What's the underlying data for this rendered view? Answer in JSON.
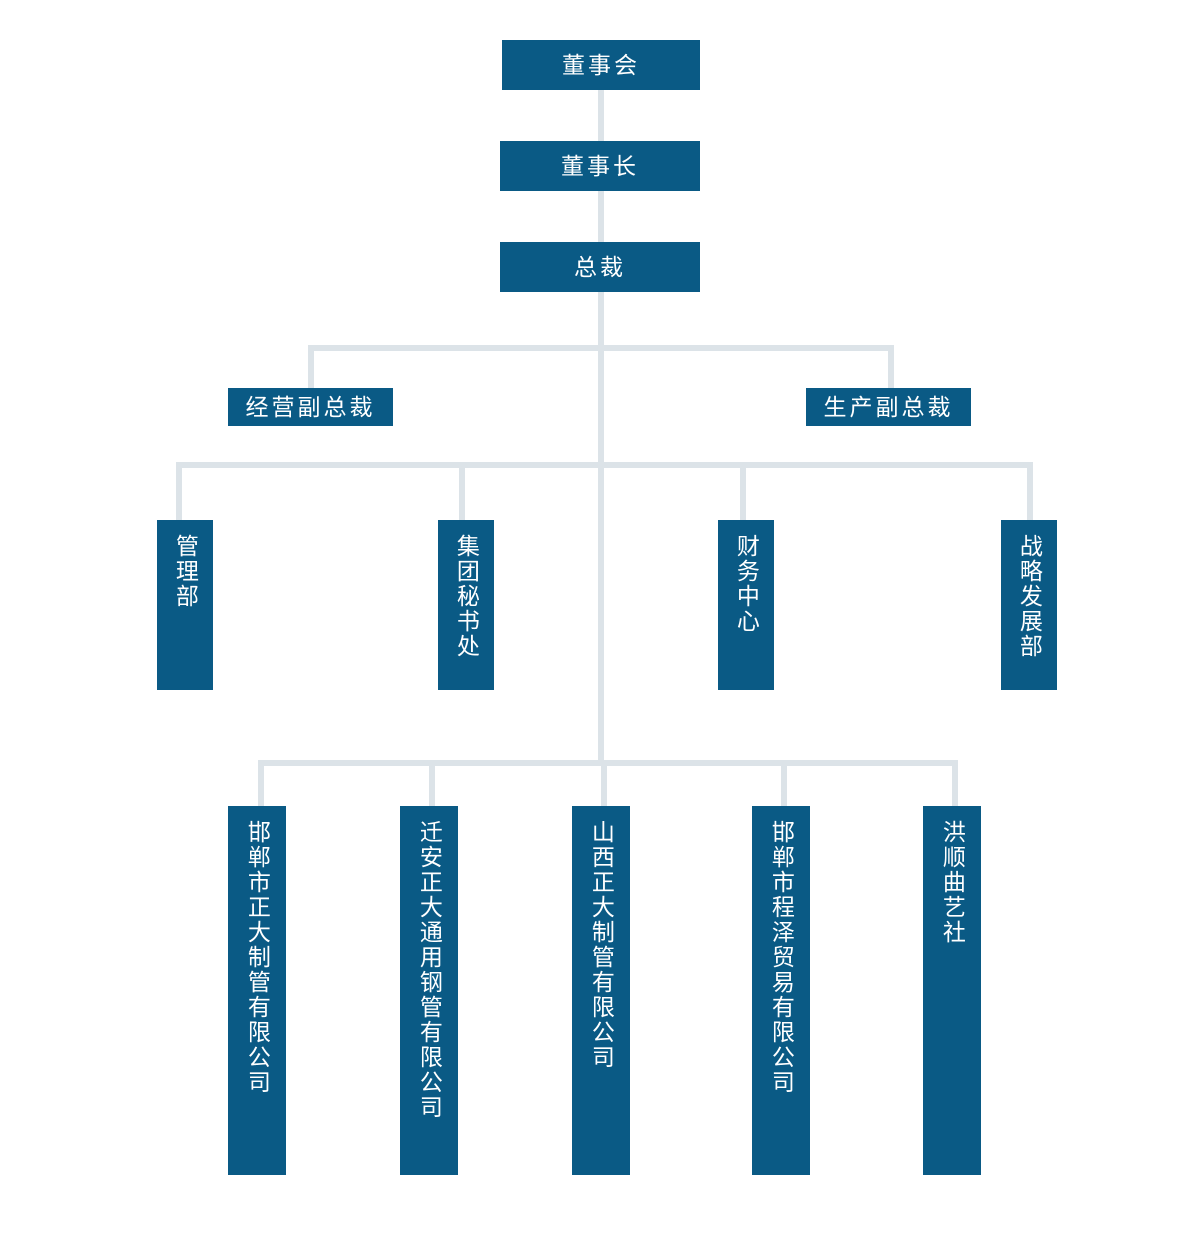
{
  "chart_title": "",
  "theme": {
    "node_fill": "#0A5A85",
    "node_text": "#FFFFFF",
    "connector": "#DCE3E8",
    "background": "#FFFFFF"
  },
  "chart_data": {
    "type": "diagram",
    "diagram_kind": "organization-chart",
    "orientation": "top-down",
    "levels": [
      {
        "level": 1,
        "nodes": [
          "board"
        ]
      },
      {
        "level": 2,
        "nodes": [
          "chairman"
        ]
      },
      {
        "level": 3,
        "nodes": [
          "president"
        ]
      },
      {
        "level": 4,
        "nodes": [
          "vp_operations",
          "vp_production"
        ]
      },
      {
        "level": 5,
        "nodes": [
          "dept_management",
          "dept_secretariat",
          "dept_finance",
          "dept_strategy"
        ]
      },
      {
        "level": 6,
        "nodes": [
          "sub_handan_zhengda",
          "sub_qianan_zhengda",
          "sub_shanxi_zhengda",
          "sub_handan_chengze",
          "sub_hongshun"
        ]
      }
    ],
    "edges": [
      {
        "from": "board",
        "to": "chairman"
      },
      {
        "from": "chairman",
        "to": "president"
      },
      {
        "from": "president",
        "to": "vp_operations"
      },
      {
        "from": "president",
        "to": "vp_production"
      },
      {
        "from": "president",
        "to": "dept_management"
      },
      {
        "from": "president",
        "to": "dept_secretariat"
      },
      {
        "from": "president",
        "to": "dept_finance"
      },
      {
        "from": "president",
        "to": "dept_strategy"
      },
      {
        "from": "president",
        "to": "sub_handan_zhengda"
      },
      {
        "from": "president",
        "to": "sub_qianan_zhengda"
      },
      {
        "from": "president",
        "to": "sub_shanxi_zhengda"
      },
      {
        "from": "president",
        "to": "sub_handan_chengze"
      },
      {
        "from": "president",
        "to": "sub_hongshun"
      }
    ]
  },
  "nodes": {
    "board": {
      "label": "董事会",
      "orientation": "horizontal"
    },
    "chairman": {
      "label": "董事长",
      "orientation": "horizontal"
    },
    "president": {
      "label": "总裁",
      "orientation": "horizontal"
    },
    "vp_operations": {
      "label": "经营副总裁",
      "orientation": "horizontal"
    },
    "vp_production": {
      "label": "生产副总裁",
      "orientation": "horizontal"
    },
    "dept_management": {
      "label": "管理部",
      "orientation": "vertical"
    },
    "dept_secretariat": {
      "label": "集团秘书处",
      "orientation": "vertical"
    },
    "dept_finance": {
      "label": "财务中心",
      "orientation": "vertical"
    },
    "dept_strategy": {
      "label": "战略发展部",
      "orientation": "vertical"
    },
    "sub_handan_zhengda": {
      "label": "邯郸市正大制管有限公司",
      "orientation": "vertical"
    },
    "sub_qianan_zhengda": {
      "label": "迁安正大通用钢管有限公司",
      "orientation": "vertical"
    },
    "sub_shanxi_zhengda": {
      "label": "山西正大制管有限公司",
      "orientation": "vertical"
    },
    "sub_handan_chengze": {
      "label": "邯郸市程泽贸易有限公司",
      "orientation": "vertical"
    },
    "sub_hongshun": {
      "label": "洪顺曲艺社",
      "orientation": "vertical"
    }
  }
}
